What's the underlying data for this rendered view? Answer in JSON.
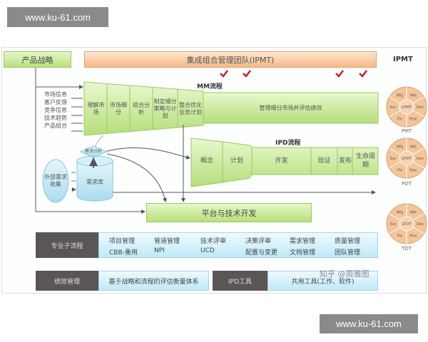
{
  "watermark_top": "www.ku-61.com",
  "watermark_bottom": "www.ku-61.com",
  "product_strategy": "产品战略",
  "ipmt_bar": "集成组合管理团队(IPMT)",
  "ipmt_label": "IPMT",
  "mm": {
    "title": "MM流程",
    "inputs": [
      "市场信息",
      "客户反馈",
      "竞争信息",
      "技术趋势",
      "产品组合"
    ],
    "stages": [
      "理解市场",
      "市场细分",
      "组合分析",
      "制定细分策略与计划",
      "整合优化业务计划"
    ],
    "manage": "管理细分市场并评估绩效"
  },
  "ipd": {
    "title": "IPD流程",
    "stages": [
      "概念",
      "计划",
      "开发",
      "验证",
      "发布",
      "生命周期"
    ]
  },
  "requirements": {
    "analysis": "需求分析",
    "library": "需求库",
    "external": "外部需求收集"
  },
  "platform": "平台与技术开发",
  "subprocess": {
    "label": "专业子流程",
    "items": [
      "项目管理",
      "管道管理",
      "技术评审",
      "决策评审",
      "需求管理",
      "质量管理",
      "CBB-重用",
      "NPI",
      "UCD",
      "配置与变更",
      "文档管理",
      "团队管理"
    ]
  },
  "performance": {
    "label": "绩效管理",
    "text": "基于战略和流程的评估衡量体系"
  },
  "tools": {
    "label": "IPD工具",
    "text": "共用工具(工作、软件)"
  },
  "teams": [
    {
      "center": "LPMT",
      "name": "PMT",
      "segments": [
        "Mkt",
        "Dev",
        "Proc",
        "Fin",
        "Svc",
        "Mfg"
      ]
    },
    {
      "center": "LPDT",
      "name": "PDT",
      "segments": [
        "Mkt",
        "Dev",
        "Proc",
        "Fin",
        "Svc",
        "Mfg"
      ]
    },
    {
      "center": "LTDT",
      "name": "TDT",
      "segments": [
        "Mkt",
        "Dev",
        "Proc",
        "Fin",
        "Svc",
        "Mfg"
      ]
    }
  ],
  "corner_watermark": "知乎 @周雅图",
  "colors": {
    "green": "#b8e07e",
    "orange": "#f5b987",
    "blue": "#bfe9f7",
    "dark": "#5a5656",
    "check": "#c0202a",
    "team": "#f3c59a"
  }
}
